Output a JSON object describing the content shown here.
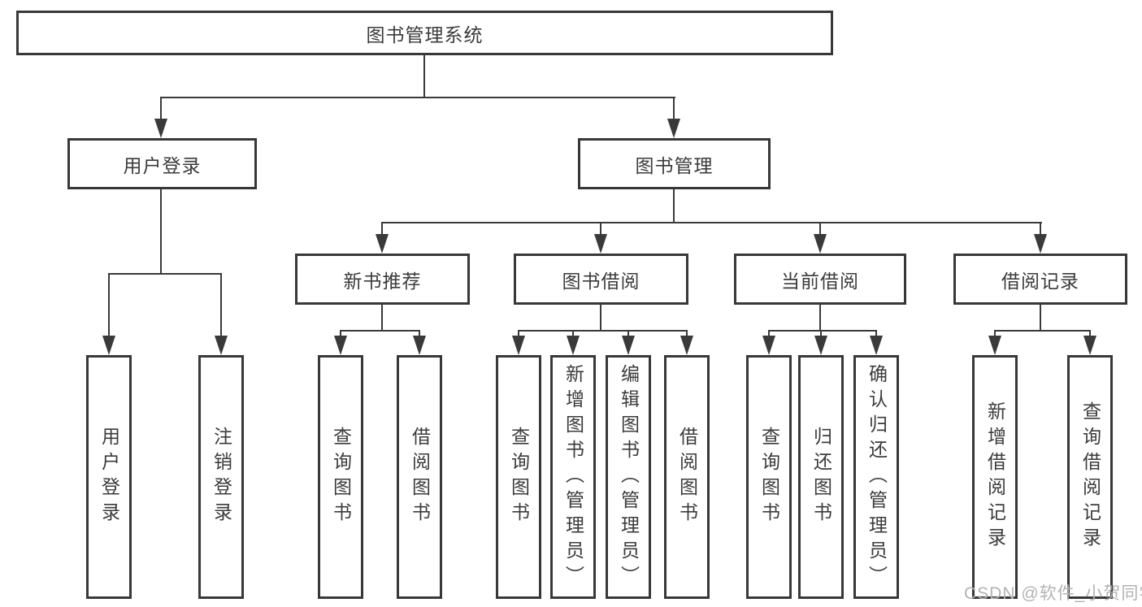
{
  "tree": {
    "label": "图书管理系统",
    "children": [
      {
        "label": "用户登录",
        "children": [
          {
            "label": "用户登录"
          },
          {
            "label": "注销登录"
          }
        ]
      },
      {
        "label": "图书管理",
        "children": [
          {
            "label": "新书推荐",
            "children": [
              {
                "label": "查询图书"
              },
              {
                "label": "借阅图书"
              }
            ]
          },
          {
            "label": "图书借阅",
            "children": [
              {
                "label": "查询图书"
              },
              {
                "label": "新增图书（管理员）"
              },
              {
                "label": "编辑图书（管理员）"
              },
              {
                "label": "借阅图书"
              }
            ]
          },
          {
            "label": "当前借阅",
            "children": [
              {
                "label": "查询图书"
              },
              {
                "label": "归还图书"
              },
              {
                "label": "确认归还（管理员）"
              }
            ]
          },
          {
            "label": "借阅记录",
            "children": [
              {
                "label": "新增借阅记录"
              },
              {
                "label": "查询借阅记录"
              }
            ]
          }
        ]
      }
    ]
  },
  "watermark": "CSDN @软件_小贺同学",
  "colors": {
    "line": "#3a3a3a",
    "border": "#383838",
    "text": "#3b3b3b",
    "watermark": "#b3b3b3",
    "background": "#ffffff"
  }
}
